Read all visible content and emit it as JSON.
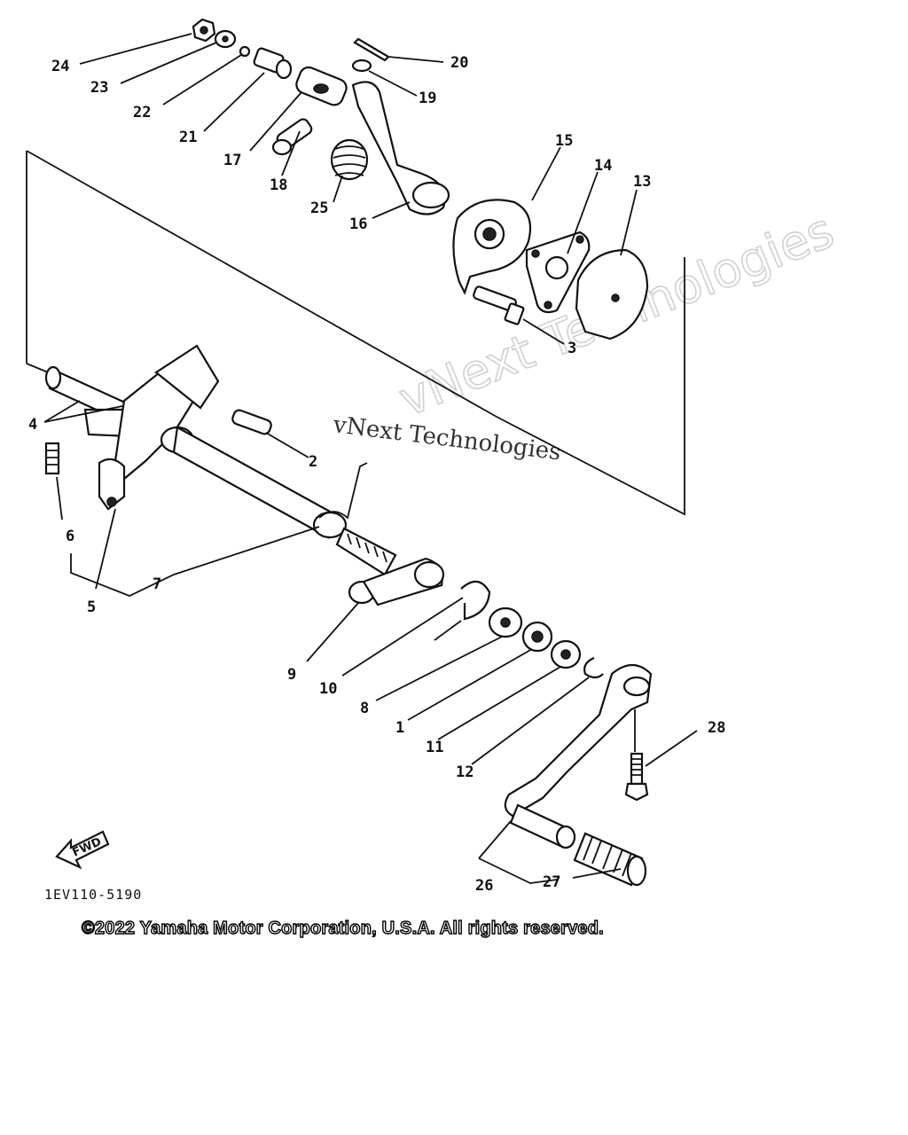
{
  "callouts": [
    {
      "id": "24",
      "label": "24"
    },
    {
      "id": "23",
      "label": "23"
    },
    {
      "id": "22",
      "label": "22"
    },
    {
      "id": "21",
      "label": "21"
    },
    {
      "id": "17",
      "label": "17"
    },
    {
      "id": "18",
      "label": "18"
    },
    {
      "id": "25",
      "label": "25"
    },
    {
      "id": "16",
      "label": "16"
    },
    {
      "id": "20",
      "label": "20"
    },
    {
      "id": "19",
      "label": "19"
    },
    {
      "id": "15",
      "label": "15"
    },
    {
      "id": "14",
      "label": "14"
    },
    {
      "id": "13",
      "label": "13"
    },
    {
      "id": "3",
      "label": "3"
    },
    {
      "id": "4",
      "label": "4"
    },
    {
      "id": "2",
      "label": "2"
    },
    {
      "id": "6",
      "label": "6"
    },
    {
      "id": "5",
      "label": "5"
    },
    {
      "id": "7",
      "label": "7"
    },
    {
      "id": "9",
      "label": "9"
    },
    {
      "id": "10",
      "label": "10"
    },
    {
      "id": "8",
      "label": "8"
    },
    {
      "id": "1",
      "label": "1"
    },
    {
      "id": "11",
      "label": "11"
    },
    {
      "id": "12",
      "label": "12"
    },
    {
      "id": "28",
      "label": "28"
    },
    {
      "id": "26",
      "label": "26"
    },
    {
      "id": "27",
      "label": "27"
    }
  ],
  "fwd_label": "FWD",
  "diagram_code": "1EV110-5190",
  "watermark": {
    "large": "vNext Technologies",
    "small": "vNext Technologies"
  },
  "copyright": "©2022 Yamaha Motor Corporation, U.S.A. All rights reserved."
}
